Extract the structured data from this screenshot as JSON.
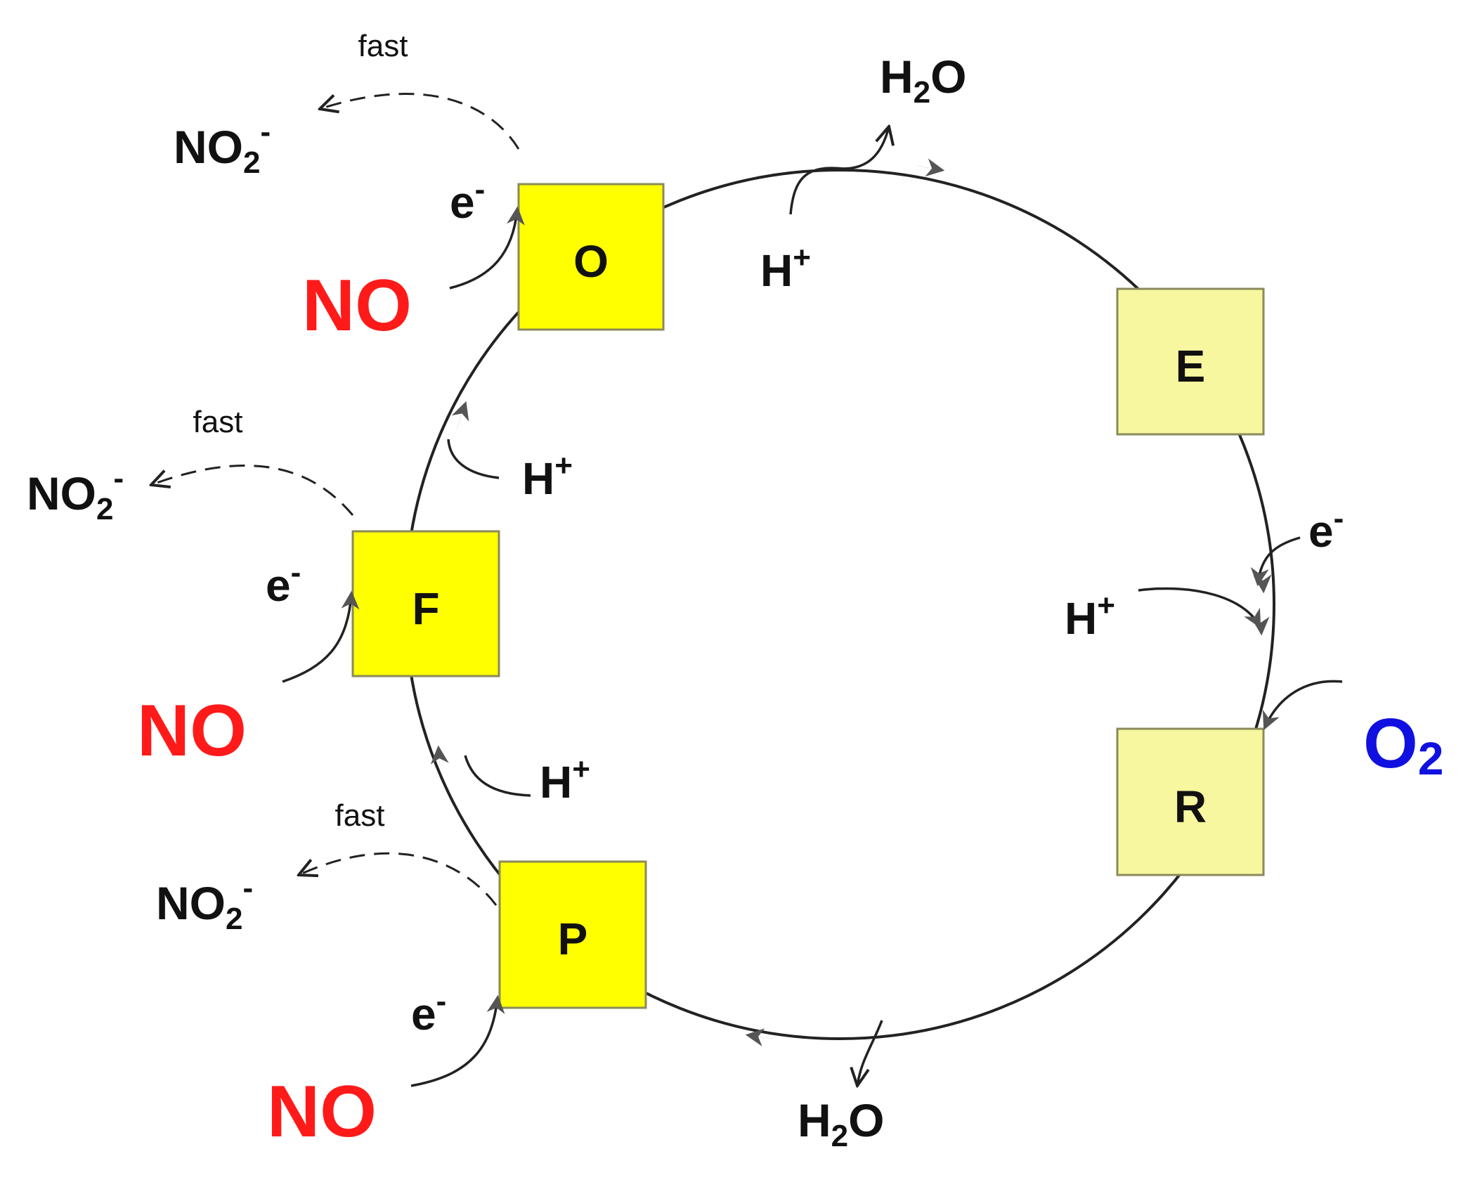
{
  "colors": {
    "active_state": "#ffff00",
    "resting_state": "#f7f7a0",
    "box_border": "#8a8a5a",
    "no_color": "#ff1a1a",
    "o2_color": "#1010e0",
    "line": "#222222",
    "arrowhead": "#555555"
  },
  "states": {
    "O": "O",
    "E": "E",
    "R": "R",
    "P": "P",
    "F": "F"
  },
  "labels": {
    "fast_top": "fast",
    "fast_mid": "fast",
    "fast_bottom": "fast",
    "no_top": "NO",
    "no_mid": "NO",
    "no_bottom": "NO",
    "o2": "O",
    "o2_sub": "2",
    "electron": "e",
    "electron_sup": "-",
    "proton": "H",
    "proton_sup": "+",
    "nitrite": "NO",
    "nitrite_sub": "2",
    "nitrite_sup": "-",
    "water": "H",
    "water_sub": "2",
    "water_o": "O"
  }
}
